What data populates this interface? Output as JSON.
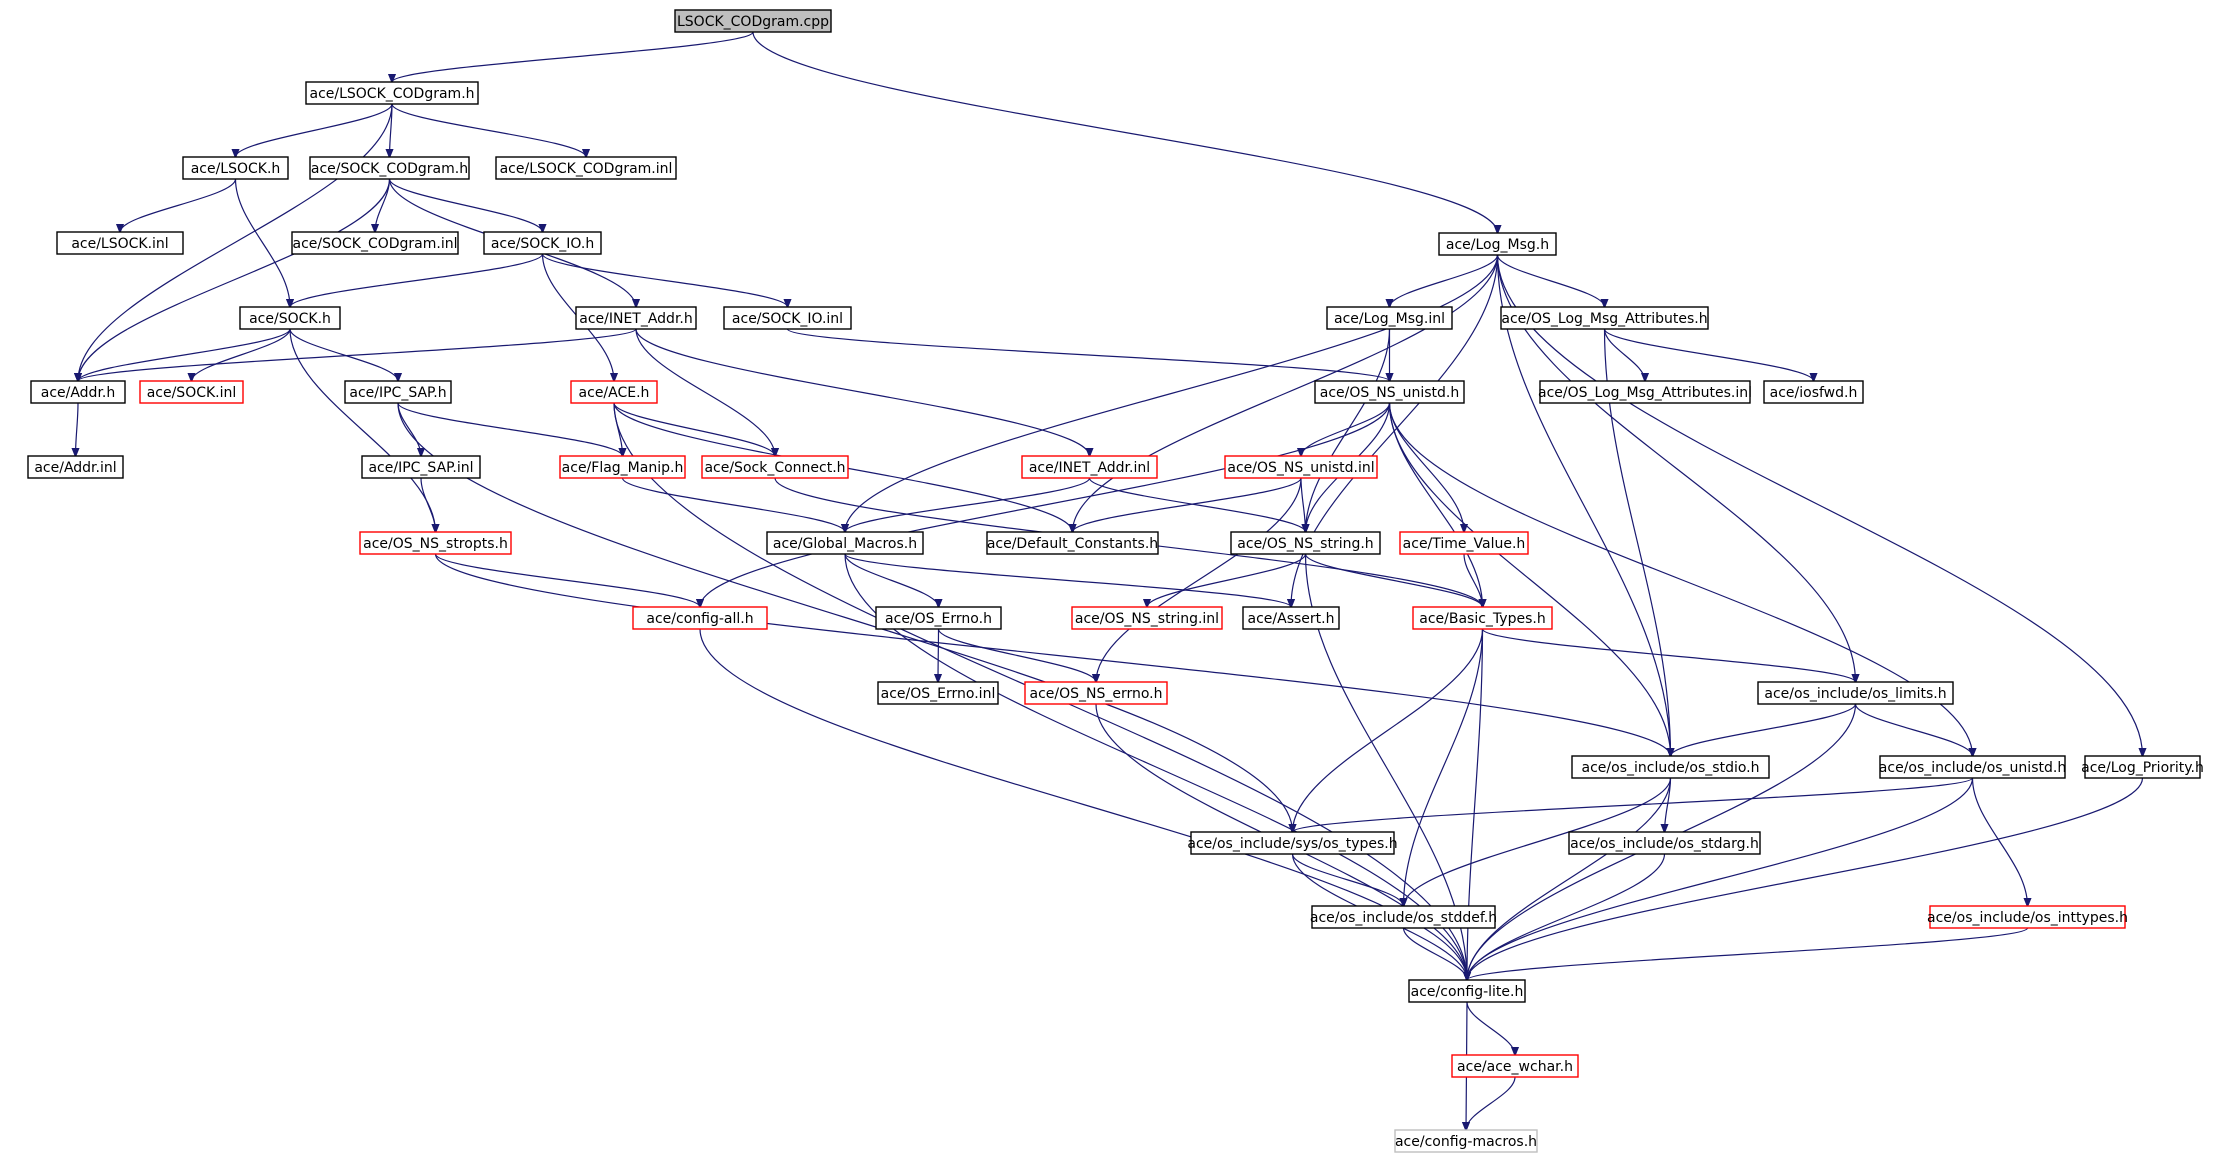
{
  "graph": {
    "colors": {
      "edge": "#191970",
      "box_border": "#000000",
      "box_border_truncated": "#ff0000",
      "box_border_external": "#bfbfbf",
      "root_fill": "#bfbfbf"
    },
    "nodes": [
      {
        "id": "n0",
        "label": "LSOCK_CODgram.cpp",
        "style": "root"
      },
      {
        "id": "n1",
        "label": "ace/LSOCK_CODgram.h",
        "style": "normal"
      },
      {
        "id": "n2",
        "label": "ace/Log_Msg.h",
        "style": "normal"
      },
      {
        "id": "n3",
        "label": "ace/LSOCK.h",
        "style": "normal"
      },
      {
        "id": "n4",
        "label": "ace/SOCK_CODgram.h",
        "style": "normal"
      },
      {
        "id": "n5",
        "label": "ace/LSOCK_CODgram.inl",
        "style": "normal"
      },
      {
        "id": "n6",
        "label": "ace/LSOCK.inl",
        "style": "normal"
      },
      {
        "id": "n7",
        "label": "ace/SOCK_CODgram.inl",
        "style": "normal"
      },
      {
        "id": "n8",
        "label": "ace/SOCK_IO.h",
        "style": "normal"
      },
      {
        "id": "n9",
        "label": "ace/SOCK.h",
        "style": "normal"
      },
      {
        "id": "n10",
        "label": "ace/INET_Addr.h",
        "style": "normal"
      },
      {
        "id": "n11",
        "label": "ace/SOCK_IO.inl",
        "style": "normal"
      },
      {
        "id": "n12",
        "label": "ace/Log_Msg.inl",
        "style": "normal"
      },
      {
        "id": "n13",
        "label": "ace/OS_Log_Msg_Attributes.h",
        "style": "normal"
      },
      {
        "id": "n14",
        "label": "ace/Addr.h",
        "style": "normal"
      },
      {
        "id": "n15",
        "label": "ace/SOCK.inl",
        "style": "red"
      },
      {
        "id": "n16",
        "label": "ace/IPC_SAP.h",
        "style": "normal"
      },
      {
        "id": "n17",
        "label": "ace/ACE.h",
        "style": "red"
      },
      {
        "id": "n18",
        "label": "ace/OS_NS_unistd.h",
        "style": "normal"
      },
      {
        "id": "n19",
        "label": "ace/OS_Log_Msg_Attributes.inl",
        "style": "normal"
      },
      {
        "id": "n20",
        "label": "ace/iosfwd.h",
        "style": "normal"
      },
      {
        "id": "n21",
        "label": "ace/Addr.inl",
        "style": "normal"
      },
      {
        "id": "n22",
        "label": "ace/IPC_SAP.inl",
        "style": "normal"
      },
      {
        "id": "n23",
        "label": "ace/Flag_Manip.h",
        "style": "red"
      },
      {
        "id": "n24",
        "label": "ace/Sock_Connect.h",
        "style": "red"
      },
      {
        "id": "n25",
        "label": "ace/INET_Addr.inl",
        "style": "red"
      },
      {
        "id": "n26",
        "label": "ace/OS_NS_unistd.inl",
        "style": "red"
      },
      {
        "id": "n27",
        "label": "ace/OS_NS_stropts.h",
        "style": "red"
      },
      {
        "id": "n28",
        "label": "ace/Global_Macros.h",
        "style": "normal"
      },
      {
        "id": "n29",
        "label": "ace/Default_Constants.h",
        "style": "normal"
      },
      {
        "id": "n30",
        "label": "ace/OS_NS_string.h",
        "style": "normal"
      },
      {
        "id": "n31",
        "label": "ace/Time_Value.h",
        "style": "red"
      },
      {
        "id": "n32",
        "label": "ace/config-all.h",
        "style": "red"
      },
      {
        "id": "n33",
        "label": "ace/OS_Errno.h",
        "style": "normal"
      },
      {
        "id": "n34",
        "label": "ace/OS_NS_string.inl",
        "style": "red"
      },
      {
        "id": "n35",
        "label": "ace/Assert.h",
        "style": "normal"
      },
      {
        "id": "n36",
        "label": "ace/Basic_Types.h",
        "style": "red"
      },
      {
        "id": "n37",
        "label": "ace/OS_Errno.inl",
        "style": "normal"
      },
      {
        "id": "n38",
        "label": "ace/OS_NS_errno.h",
        "style": "red"
      },
      {
        "id": "n39",
        "label": "ace/os_include/os_limits.h",
        "style": "normal"
      },
      {
        "id": "n40",
        "label": "ace/os_include/os_stdio.h",
        "style": "normal"
      },
      {
        "id": "n41",
        "label": "ace/os_include/os_unistd.h",
        "style": "normal"
      },
      {
        "id": "n42",
        "label": "ace/Log_Priority.h",
        "style": "normal"
      },
      {
        "id": "n43",
        "label": "ace/os_include/sys/os_types.h",
        "style": "normal"
      },
      {
        "id": "n44",
        "label": "ace/os_include/os_stdarg.h",
        "style": "normal"
      },
      {
        "id": "n45",
        "label": "ace/os_include/os_stddef.h",
        "style": "normal"
      },
      {
        "id": "n46",
        "label": "ace/os_include/os_inttypes.h",
        "style": "red"
      },
      {
        "id": "n47",
        "label": "ace/config-lite.h",
        "style": "normal"
      },
      {
        "id": "n48",
        "label": "ace/ace_wchar.h",
        "style": "red"
      },
      {
        "id": "n49",
        "label": "ace/config-macros.h",
        "style": "gray"
      }
    ],
    "edges": [
      [
        "n0",
        "n1"
      ],
      [
        "n0",
        "n2"
      ],
      [
        "n1",
        "n3"
      ],
      [
        "n1",
        "n4"
      ],
      [
        "n1",
        "n5"
      ],
      [
        "n1",
        "n14"
      ],
      [
        "n3",
        "n6"
      ],
      [
        "n3",
        "n9"
      ],
      [
        "n4",
        "n7"
      ],
      [
        "n4",
        "n8"
      ],
      [
        "n4",
        "n10"
      ],
      [
        "n4",
        "n14"
      ],
      [
        "n8",
        "n9"
      ],
      [
        "n8",
        "n11"
      ],
      [
        "n8",
        "n17"
      ],
      [
        "n9",
        "n14"
      ],
      [
        "n9",
        "n15"
      ],
      [
        "n9",
        "n16"
      ],
      [
        "n9",
        "n27"
      ],
      [
        "n10",
        "n14"
      ],
      [
        "n10",
        "n24"
      ],
      [
        "n10",
        "n25"
      ],
      [
        "n11",
        "n18"
      ],
      [
        "n14",
        "n21"
      ],
      [
        "n16",
        "n22"
      ],
      [
        "n16",
        "n23"
      ],
      [
        "n16",
        "n43"
      ],
      [
        "n22",
        "n27"
      ],
      [
        "n17",
        "n23"
      ],
      [
        "n17",
        "n24"
      ],
      [
        "n17",
        "n29"
      ],
      [
        "n17",
        "n47"
      ],
      [
        "n23",
        "n28"
      ],
      [
        "n24",
        "n36"
      ],
      [
        "n25",
        "n28"
      ],
      [
        "n25",
        "n30"
      ],
      [
        "n27",
        "n32"
      ],
      [
        "n27",
        "n40"
      ],
      [
        "n2",
        "n12"
      ],
      [
        "n2",
        "n13"
      ],
      [
        "n2",
        "n28"
      ],
      [
        "n2",
        "n29"
      ],
      [
        "n2",
        "n35"
      ],
      [
        "n2",
        "n39"
      ],
      [
        "n2",
        "n40"
      ],
      [
        "n2",
        "n42"
      ],
      [
        "n12",
        "n18"
      ],
      [
        "n12",
        "n30"
      ],
      [
        "n13",
        "n19"
      ],
      [
        "n13",
        "n20"
      ],
      [
        "n13",
        "n40"
      ],
      [
        "n18",
        "n26"
      ],
      [
        "n18",
        "n30"
      ],
      [
        "n18",
        "n31"
      ],
      [
        "n18",
        "n36"
      ],
      [
        "n18",
        "n32"
      ],
      [
        "n18",
        "n40"
      ],
      [
        "n18",
        "n41"
      ],
      [
        "n26",
        "n29"
      ],
      [
        "n26",
        "n30"
      ],
      [
        "n26",
        "n38"
      ],
      [
        "n28",
        "n33"
      ],
      [
        "n28",
        "n35"
      ],
      [
        "n28",
        "n47"
      ],
      [
        "n30",
        "n34"
      ],
      [
        "n30",
        "n36"
      ],
      [
        "n30",
        "n47"
      ],
      [
        "n31",
        "n36"
      ],
      [
        "n32",
        "n47"
      ],
      [
        "n33",
        "n37"
      ],
      [
        "n33",
        "n38"
      ],
      [
        "n38",
        "n47"
      ],
      [
        "n36",
        "n39"
      ],
      [
        "n36",
        "n43"
      ],
      [
        "n36",
        "n45"
      ],
      [
        "n36",
        "n47"
      ],
      [
        "n39",
        "n40"
      ],
      [
        "n39",
        "n41"
      ],
      [
        "n39",
        "n47"
      ],
      [
        "n40",
        "n44"
      ],
      [
        "n40",
        "n45"
      ],
      [
        "n40",
        "n47"
      ],
      [
        "n41",
        "n43"
      ],
      [
        "n41",
        "n46"
      ],
      [
        "n41",
        "n47"
      ],
      [
        "n42",
        "n47"
      ],
      [
        "n43",
        "n45"
      ],
      [
        "n43",
        "n47"
      ],
      [
        "n44",
        "n47"
      ],
      [
        "n45",
        "n47"
      ],
      [
        "n46",
        "n47"
      ],
      [
        "n47",
        "n48"
      ],
      [
        "n47",
        "n49"
      ],
      [
        "n48",
        "n49"
      ]
    ]
  }
}
